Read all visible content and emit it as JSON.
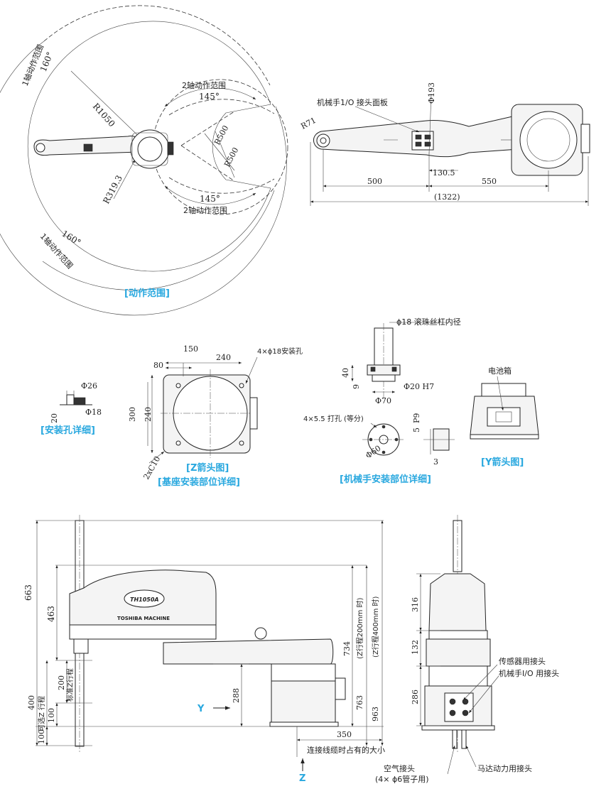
{
  "colors": {
    "range_fill": "#aadcec",
    "caption": "#29a8df",
    "arrow_label": "#29a8df"
  },
  "top_view": {
    "caption": "[动作范围]",
    "axis1_label_top": "1轴动作范围",
    "axis1_angle_top": "160°",
    "axis1_label_bottom": "1轴动作范围",
    "axis1_angle_bottom": "160°",
    "axis2_label_top": "2轴动作范围",
    "axis2_angle_top": "145°",
    "axis2_label_bottom": "2轴动作范围",
    "axis2_angle_bottom": "145°",
    "r_outer": "R1050",
    "r_inner": "R319.3",
    "r500_a": "R500",
    "r500_b": "R500"
  },
  "arm_view": {
    "io_panel_label": "机械手1/O 接头面板",
    "phi193": "Φ193",
    "r71": "R71",
    "d130_5": "130.5",
    "d500": "500",
    "d550": "550",
    "d1322": "(1322)"
  },
  "hole_detail": {
    "caption": "[安装孔详细]",
    "phi26": "Φ26",
    "phi18": "Φ18",
    "d20": "20"
  },
  "base_view": {
    "caption1": "[Z箭头图]",
    "caption2": "[基座安装部位详细]",
    "holes_label": "4×ϕ18安装孔",
    "d150": "150",
    "d240_top": "240",
    "d80": "80",
    "d300": "300",
    "d240_side": "240",
    "chamfer": "2xC10"
  },
  "hand_detail": {
    "caption": "[机械手安装部位详细]",
    "screw_label": "ϕ18 滚珠丝杠内径",
    "d40": "40",
    "d9": "9",
    "phi20": "Φ20 H7",
    "phi70": "Φ70",
    "holes": "4×5.5 打孔 (等分)",
    "phi60": "Φ60",
    "d5": "5",
    "p9": "P9",
    "d3": "3"
  },
  "y_view": {
    "caption": "[Y箭头图]",
    "battery": "电池箱"
  },
  "side_view": {
    "brand_badge": "TH1050A",
    "brand_text": "TOSHIBA MACHINE",
    "d663": "663",
    "d463": "463",
    "d200_std": "200",
    "std_stroke": "标准Z行程",
    "d400": "400",
    "opt_stroke": "可选Z 行程",
    "d100_a": "100",
    "d100_b": "100",
    "d734": "734",
    "stroke200": "(Z行程200mm 时)",
    "d763": "763",
    "stroke400": "(Z行程400mm 时)",
    "d963": "963",
    "d288": "288",
    "d350": "350",
    "y_arrow": "Y",
    "z_arrow": "Z",
    "cable_note": "连接线缆时占有的大小"
  },
  "front_view": {
    "d316": "316",
    "d132": "132",
    "d286": "286",
    "sensor": "传感器用接头",
    "io": "机械手I/O 用接头",
    "air": "空气接头",
    "air_sub": "(4× ϕ6管子用)",
    "motor": "马达动力用接头"
  }
}
